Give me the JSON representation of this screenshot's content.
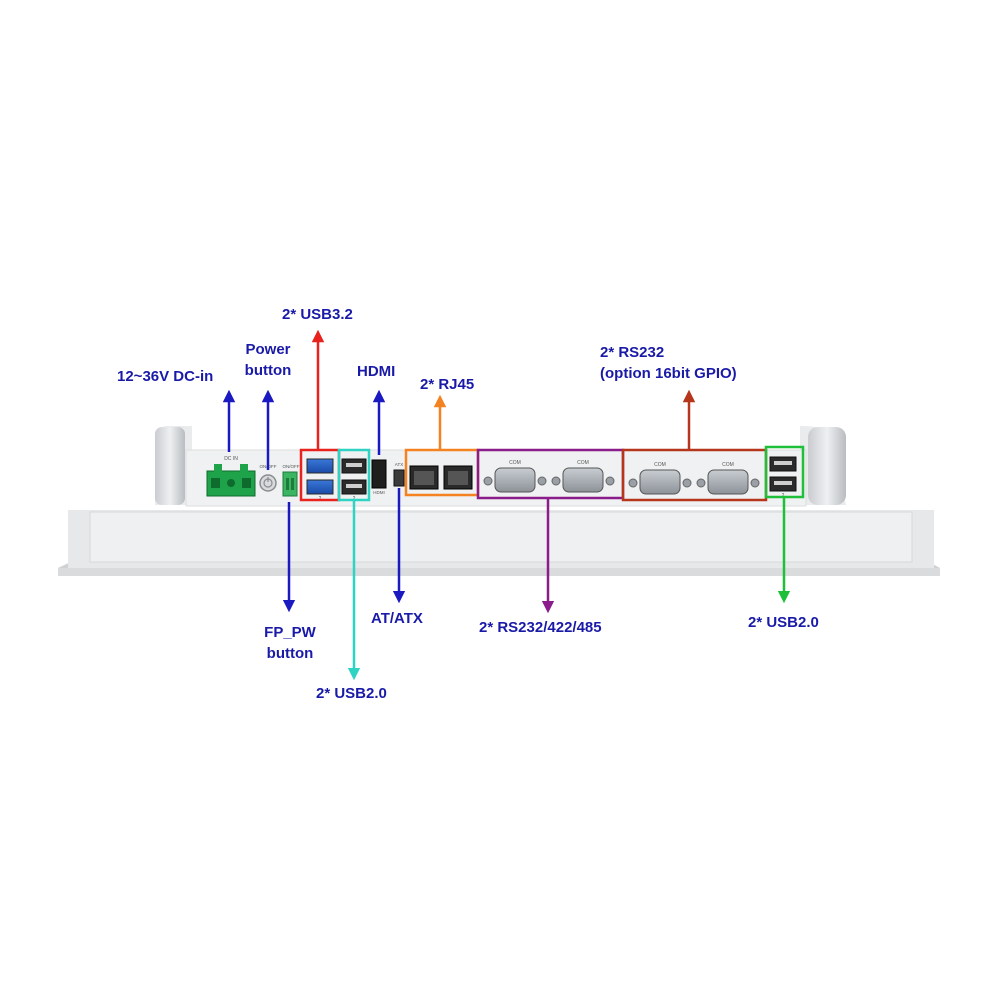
{
  "colors": {
    "label_blue": "#1a1aa8",
    "usb32": "#e8231e",
    "usb20_front": "#2fd3c3",
    "rj45": "#f58220",
    "com_purple": "#8b1c8c",
    "rs232_gpio": "#b5361a",
    "usb20_right": "#1fbf3a",
    "dc_in_blue": "#1a1ac0"
  },
  "labels": {
    "dc_in": "12~36V DC-in",
    "power_line1": "Power",
    "power_line2": "button",
    "usb32": "2* USB3.2",
    "hdmi": "HDMI",
    "rj45": "2* RJ45",
    "rs232_line1": "2* RS232",
    "rs232_line2": "(option 16bit GPIO)",
    "fp_pw_line1": "FP_PW",
    "fp_pw_line2": "button",
    "usb20_front": "2* USB2.0",
    "at_atx": "AT/ATX",
    "rs232_422_485": "2* RS232/422/485",
    "usb20_right": "2* USB2.0"
  },
  "panel_marks": {
    "dc_in": "DC IN",
    "on_off": "ON/OFF",
    "on_off_2": "ON/OFF",
    "hdmi": "HDMI",
    "atx": "ATX",
    "com": "COM",
    "usb_num": "2"
  }
}
